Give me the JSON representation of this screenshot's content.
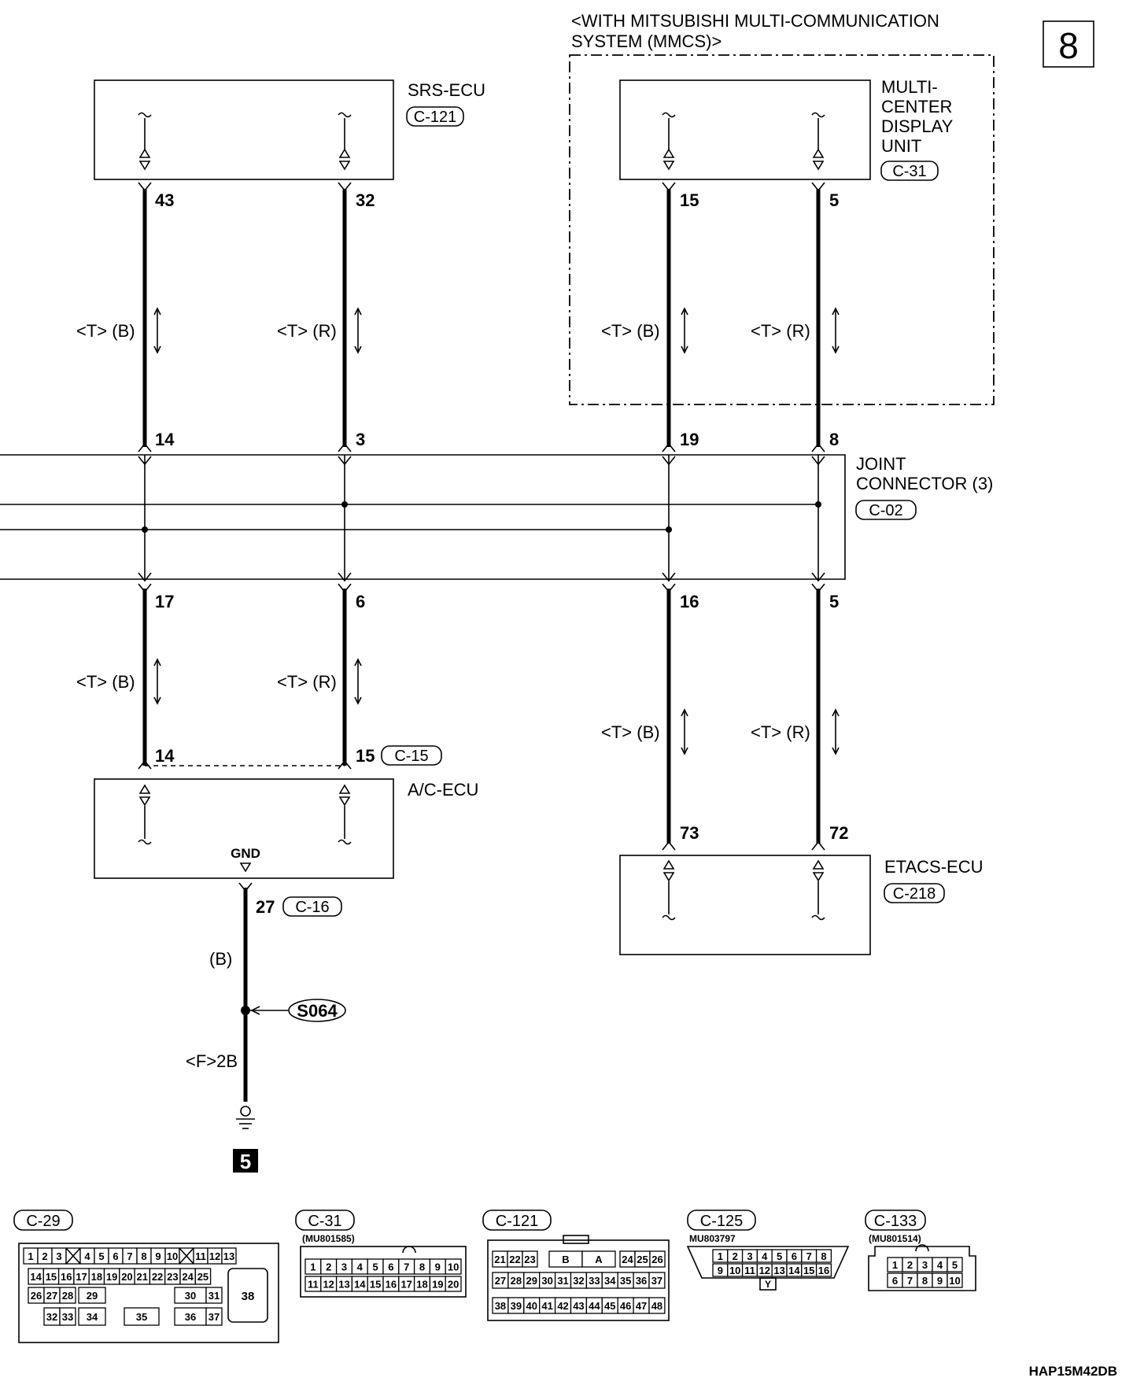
{
  "page_number": "8",
  "header_note": [
    "<WITH MITSUBISHI MULTI-COMMUNICATION",
    "SYSTEM (MMCS)>"
  ],
  "footer_code": "HAP15M42DB",
  "components": {
    "srs_ecu": {
      "name": "SRS-ECU",
      "connector": "C-121"
    },
    "multi_center_display": {
      "name": [
        "MULTI-",
        "CENTER",
        "DISPLAY",
        "UNIT"
      ],
      "connector": "C-31"
    },
    "joint_connector": {
      "name": [
        "JOINT",
        "CONNECTOR (3)"
      ],
      "connector": "C-02"
    },
    "ac_ecu": {
      "name": "A/C-ECU",
      "connector": "C-15",
      "gnd_label": "GND"
    },
    "etacs_ecu": {
      "name": "ETACS-ECU",
      "connector": "C-218"
    }
  },
  "wires": [
    {
      "from_pin": "43",
      "to_pin": "14",
      "label": "<T> (B)"
    },
    {
      "from_pin": "32",
      "to_pin": "3",
      "label": "<T> (R)"
    },
    {
      "from_pin": "15",
      "to_pin": "19",
      "label": "<T> (B)"
    },
    {
      "from_pin": "5",
      "to_pin": "8",
      "label": "<T> (R)"
    },
    {
      "from_pin": "17",
      "to_pin": "14",
      "label": "<T> (B)"
    },
    {
      "from_pin": "6",
      "to_pin": "15",
      "label": "<T> (R)"
    },
    {
      "from_pin": "16",
      "to_pin": "73",
      "label": "<T> (B)"
    },
    {
      "from_pin": "5",
      "to_pin": "72",
      "label": "<T> (R)"
    }
  ],
  "ground": {
    "pin": "27",
    "connector": "C-16",
    "wire_color": "(B)",
    "splice": "S064",
    "lower_label": "<F>2B",
    "ref": "5"
  },
  "connector_views": [
    {
      "id": "C-29",
      "part": "",
      "rows": [
        [
          "1",
          "2",
          "3",
          "X",
          "4",
          "5",
          "6",
          "7",
          "8",
          "9",
          "10",
          "X",
          "11",
          "12",
          "13"
        ],
        [
          "14",
          "15",
          "16",
          "17",
          "18",
          "19",
          "20",
          "21",
          "22",
          "23",
          "24",
          "25"
        ],
        [
          "26",
          "27",
          "28",
          "29",
          "30",
          "31"
        ],
        [
          "32",
          "33",
          "34",
          "35",
          "36",
          "37"
        ]
      ],
      "big": "38"
    },
    {
      "id": "C-31",
      "part": "(MU801585)",
      "rows": [
        [
          "1",
          "2",
          "3",
          "4",
          "5",
          "6",
          "7",
          "8",
          "9",
          "10"
        ],
        [
          "11",
          "12",
          "13",
          "14",
          "15",
          "16",
          "17",
          "18",
          "19",
          "20"
        ]
      ]
    },
    {
      "id": "C-121",
      "part": "",
      "rows": [
        [
          "21",
          "22",
          "23",
          "B",
          "A",
          "24",
          "25",
          "26"
        ],
        [
          "27",
          "28",
          "29",
          "30",
          "31",
          "32",
          "33",
          "34",
          "35",
          "36",
          "37"
        ],
        [
          "38",
          "39",
          "40",
          "41",
          "42",
          "43",
          "44",
          "45",
          "46",
          "47",
          "48"
        ]
      ]
    },
    {
      "id": "C-125",
      "part": "MU803797",
      "rows": [
        [
          "1",
          "2",
          "3",
          "4",
          "5",
          "6",
          "7",
          "8"
        ],
        [
          "9",
          "10",
          "11",
          "12",
          "13",
          "14",
          "15",
          "16"
        ]
      ],
      "key": "Y"
    },
    {
      "id": "C-133",
      "part": "(MU801514)",
      "rows": [
        [
          "1",
          "2",
          "3",
          "4",
          "5"
        ],
        [
          "6",
          "7",
          "8",
          "9",
          "10"
        ]
      ]
    }
  ]
}
